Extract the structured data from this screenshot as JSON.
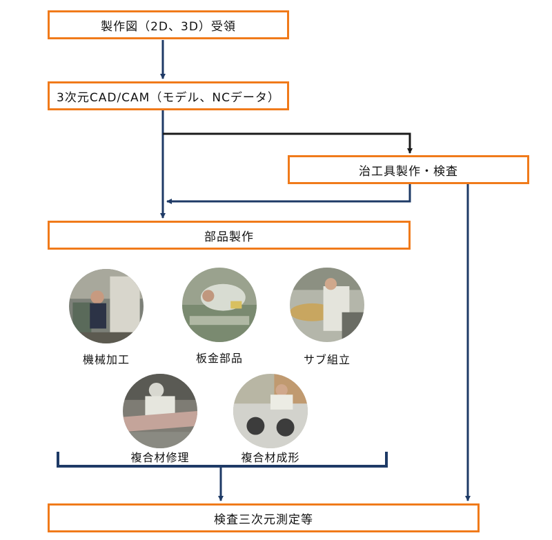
{
  "boxes": {
    "receive": "製作図（2D、3D）受領",
    "cadcam": "3次元CAD/CAM（モデル、NCデータ）",
    "jig": "治工具製作・検査",
    "parts": "部品製作",
    "inspect": "検査三次元測定等"
  },
  "processes": [
    {
      "label": "機械加工",
      "photo": "machining-photo"
    },
    {
      "label": "板金部品",
      "photo": "sheetmetal-photo"
    },
    {
      "label": "サブ組立",
      "photo": "subassembly-photo"
    },
    {
      "label": "複合材修理",
      "photo": "composite-repair-photo"
    },
    {
      "label": "複合材成形",
      "photo": "composite-molding-photo"
    }
  ],
  "colors": {
    "box_border": "#f07a1a",
    "arrow": "#1e3a66",
    "arrow_dark": "#1a1a1a"
  }
}
